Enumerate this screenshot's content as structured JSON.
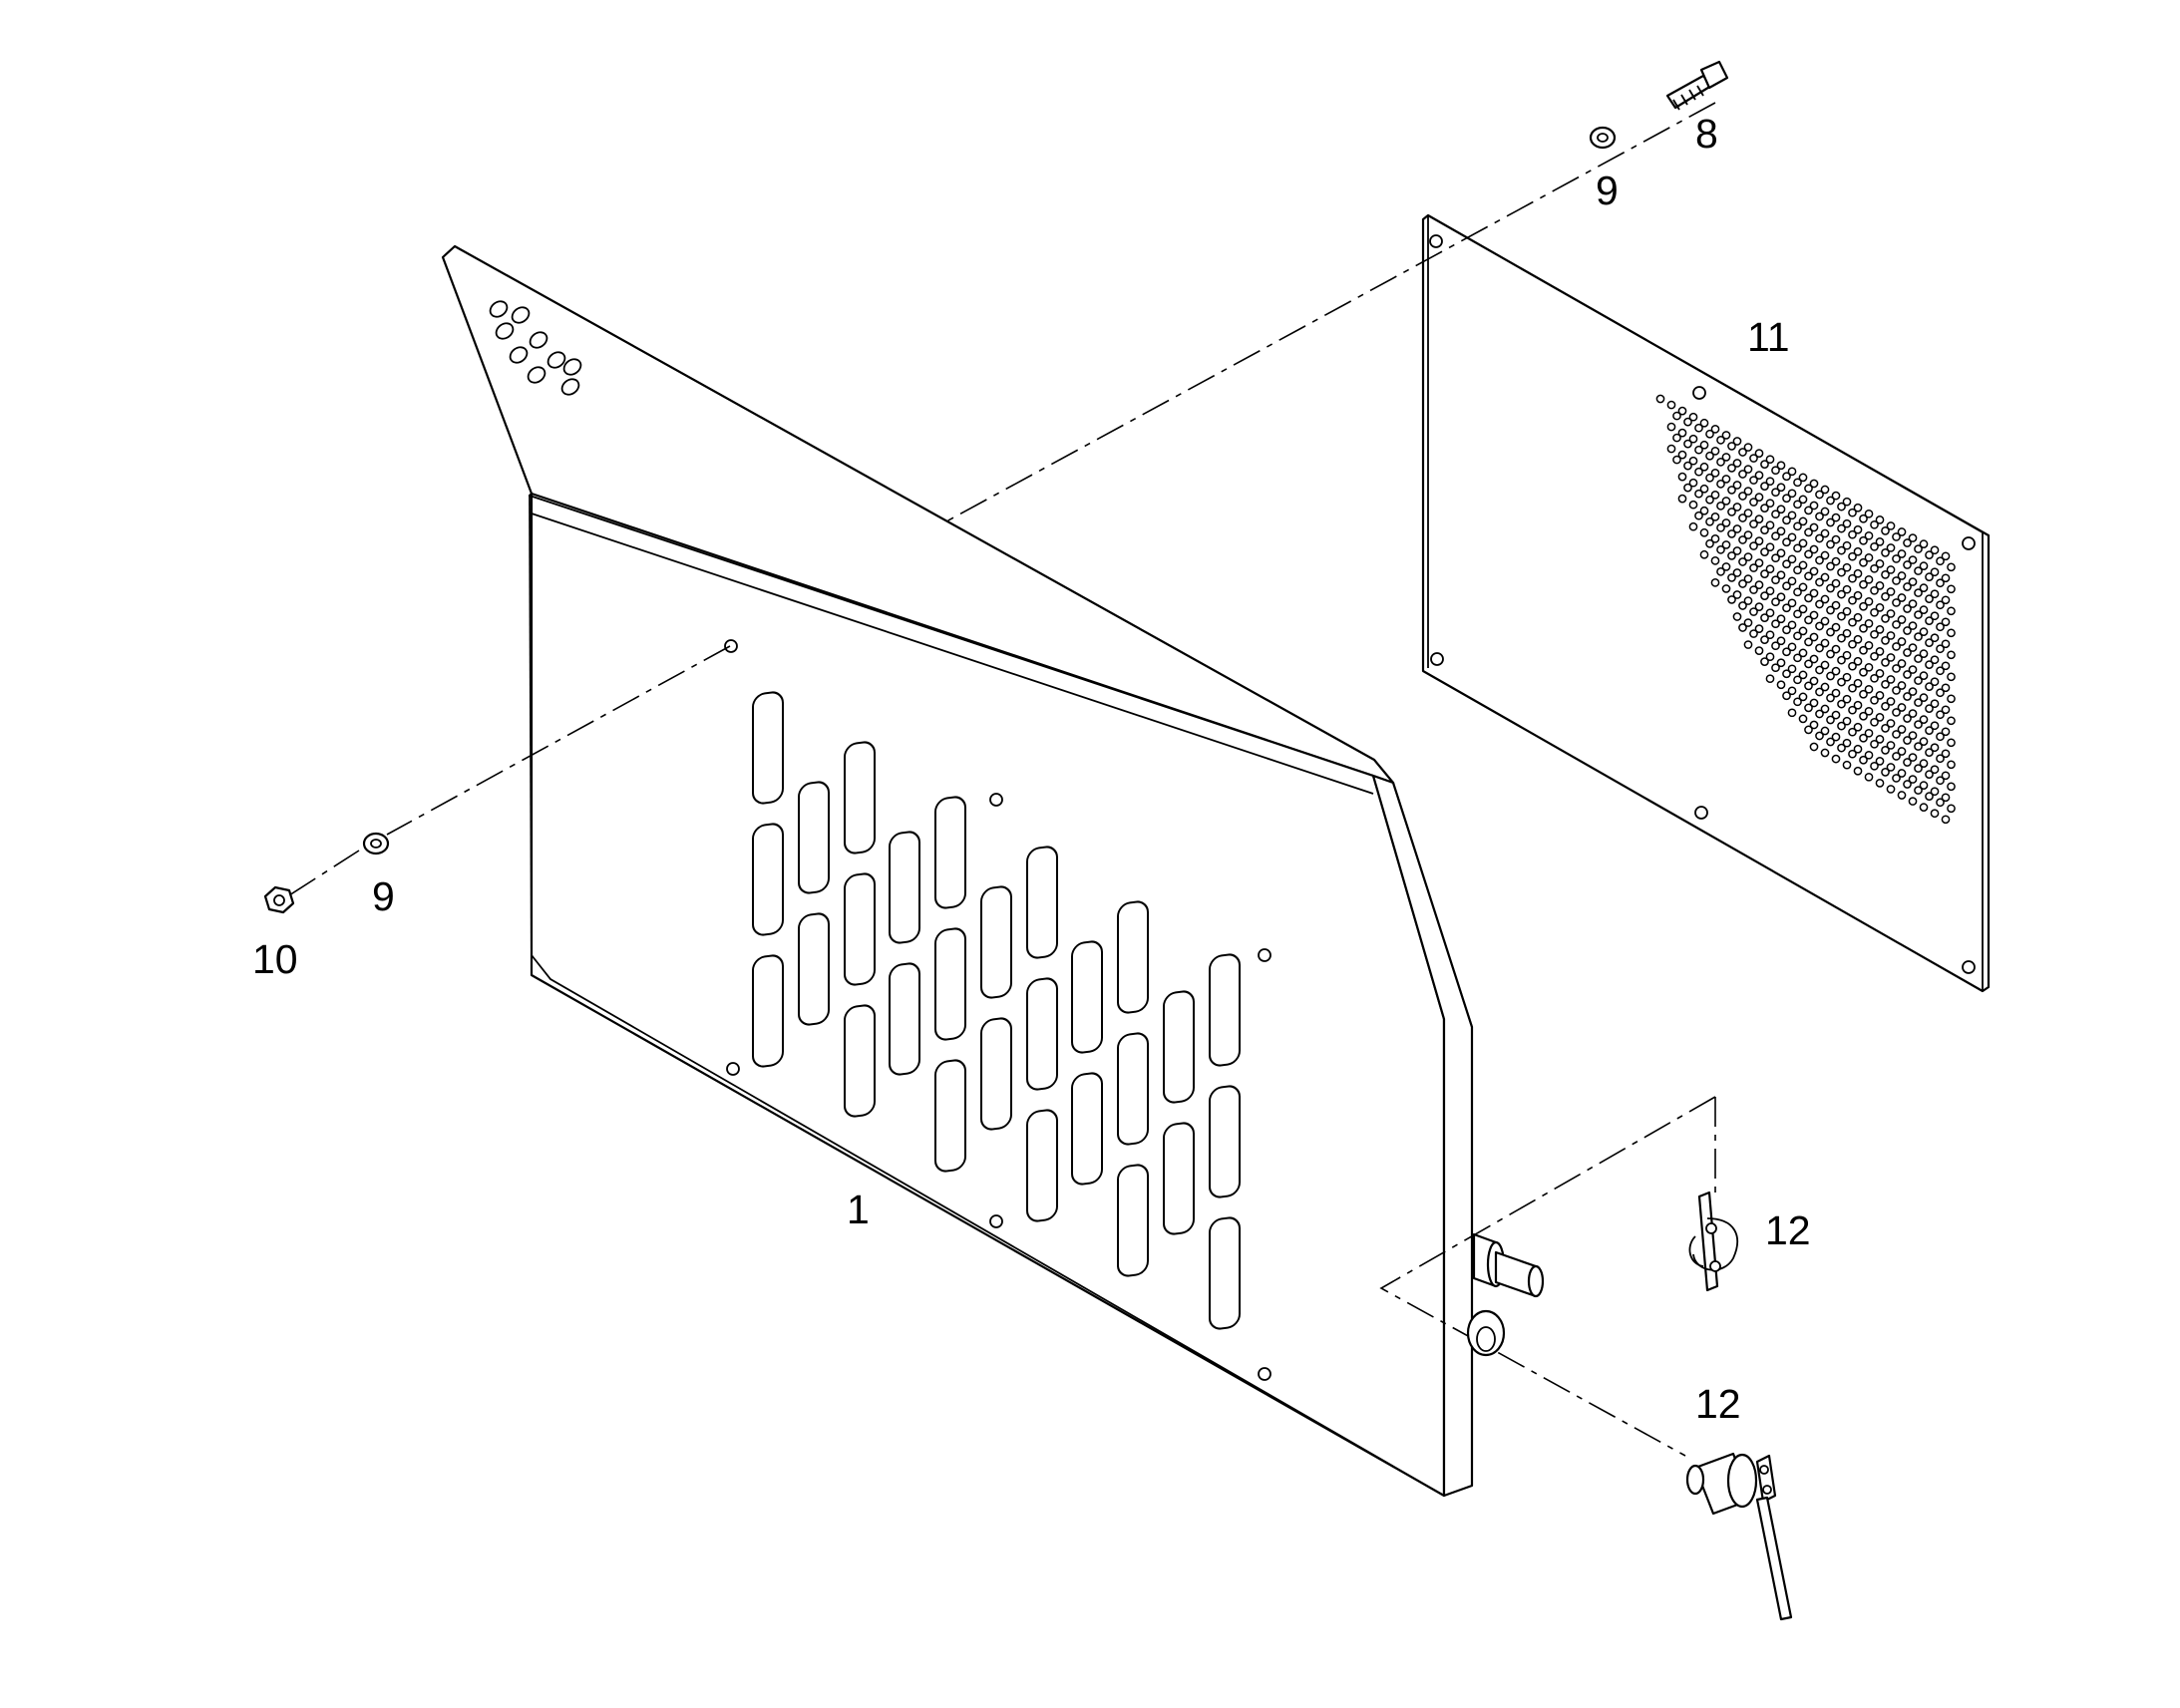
{
  "diagram": {
    "parts": [
      {
        "id": "part-1",
        "label": "1"
      },
      {
        "id": "part-8",
        "label": "8"
      },
      {
        "id": "part-9-upper",
        "label": "9"
      },
      {
        "id": "part-9-lower",
        "label": "9"
      },
      {
        "id": "part-10",
        "label": "10"
      },
      {
        "id": "part-11",
        "label": "11"
      },
      {
        "id": "part-12-upper",
        "label": "12"
      },
      {
        "id": "part-12-lower",
        "label": "12"
      }
    ]
  }
}
